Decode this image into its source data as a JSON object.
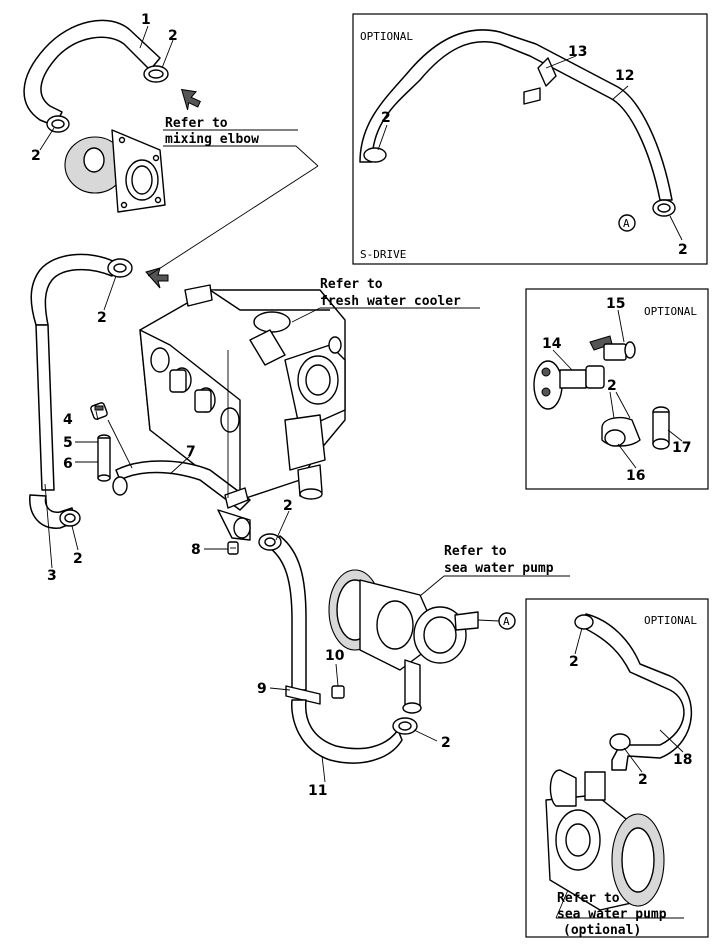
{
  "callouts": {
    "n1": "1",
    "n2a": "2",
    "n2b": "2",
    "n2c": "2",
    "n2d": "2",
    "n2e": "2",
    "n2f": "2",
    "n2g": "2",
    "n2h": "2",
    "n2i": "2",
    "n2j": "2",
    "n2k": "2",
    "n3": "3",
    "n4": "4",
    "n5": "5",
    "n6": "6",
    "n7": "7",
    "n8": "8",
    "n9": "9",
    "n10": "10",
    "n11": "11",
    "n12": "12",
    "n13": "13",
    "n14": "14",
    "n15": "15",
    "n16": "16",
    "n17": "17",
    "n18": "18"
  },
  "notes": {
    "mixing_1": "Refer to",
    "mixing_2": "mixing elbow",
    "fwc_1": "Refer to",
    "fwc_2": "fresh water cooler",
    "swp_1": "Refer to",
    "swp_2": "sea water pump",
    "swpo_1": "Refer to",
    "swpo_2": "sea water pump",
    "swpo_3": "(optional)"
  },
  "panels": {
    "sdrive_optional": "OPTIONAL",
    "sdrive_label": "S-DRIVE",
    "valve_optional": "OPTIONAL",
    "pump_optional": "OPTIONAL"
  },
  "connector": {
    "a1": "A",
    "a2": "A"
  }
}
